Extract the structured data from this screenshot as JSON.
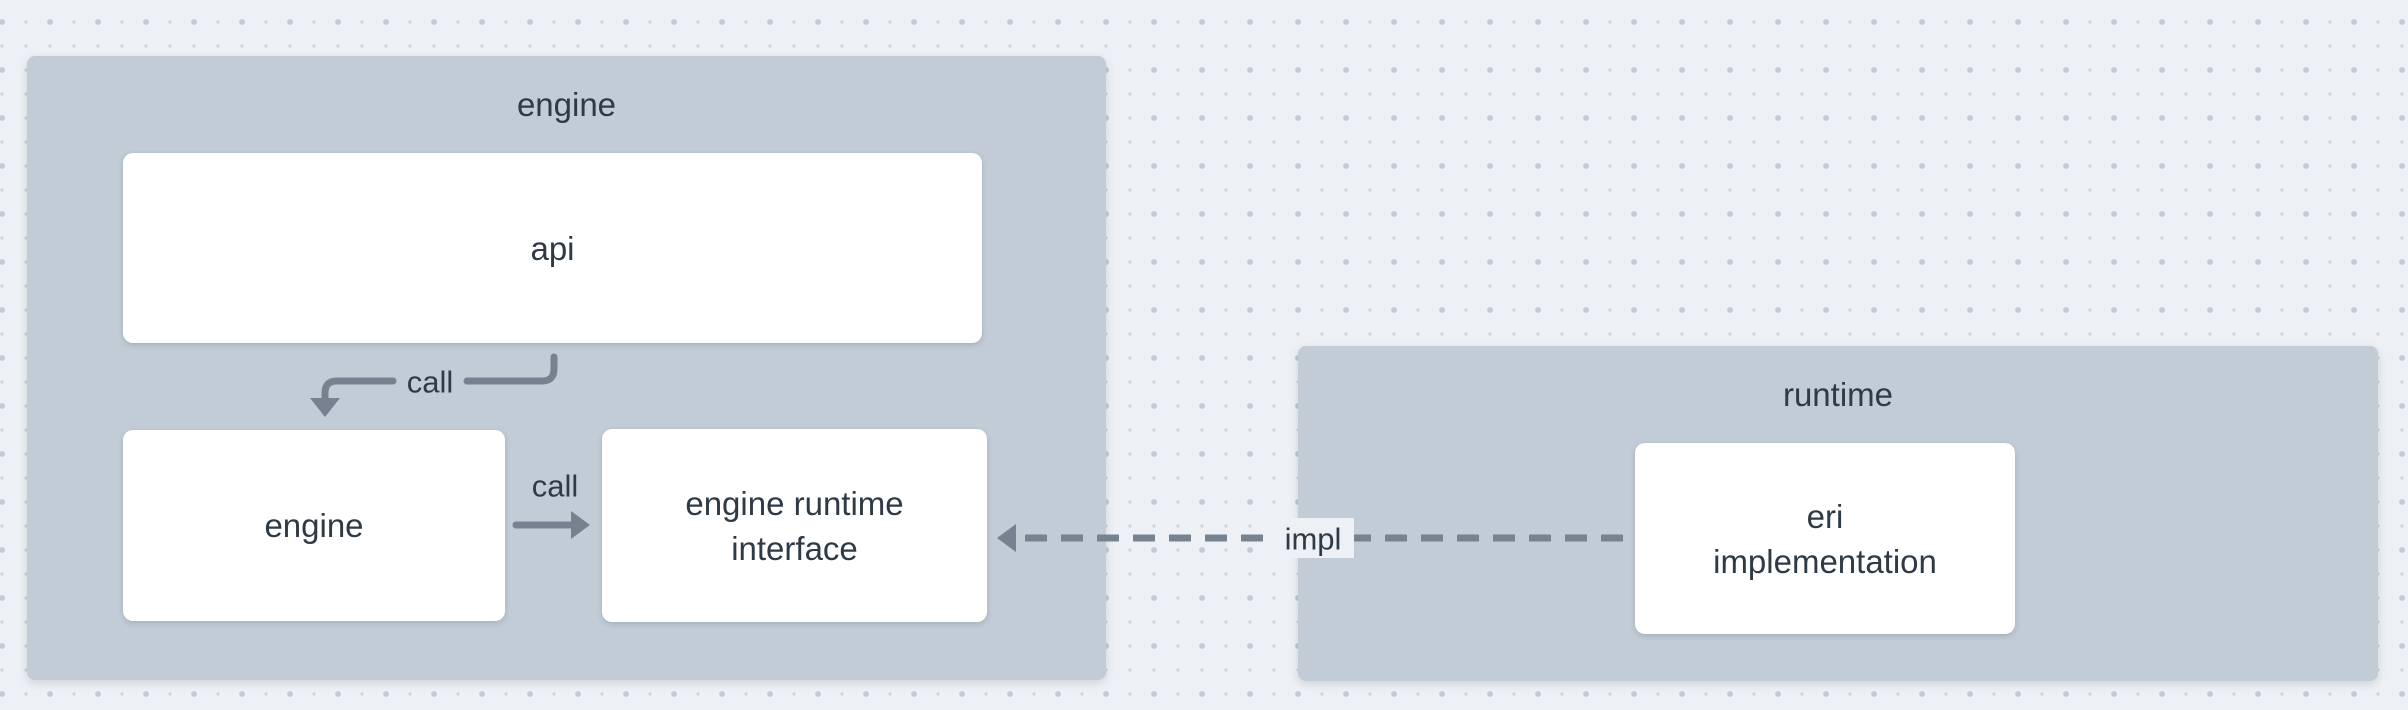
{
  "diagram": {
    "type": "architecture-diagram",
    "containers": {
      "engine": {
        "title": "engine"
      },
      "runtime": {
        "title": "runtime"
      }
    },
    "nodes": {
      "api": {
        "label": "api"
      },
      "engine": {
        "label": "engine"
      },
      "eri_interface": {
        "line1": "engine runtime",
        "line2": "interface"
      },
      "eri_implementation": {
        "line1": "eri",
        "line2": "implementation"
      }
    },
    "edges": {
      "call_api_to_engine": {
        "label": "call",
        "style": "solid",
        "from": "api",
        "to": "engine"
      },
      "call_engine_to_interface": {
        "label": "call",
        "style": "solid",
        "from": "engine",
        "to": "engine runtime interface"
      },
      "impl_to_interface": {
        "label": "impl",
        "style": "dashed",
        "from": "eri implementation",
        "to": "engine runtime interface"
      }
    },
    "colors": {
      "background": "#edf1f5",
      "dot_small": "#cbd4dd",
      "dot_large": "#bfcad7",
      "container_fill": "#c2ccd6",
      "node_fill": "#ffffff",
      "text": "#2e3a46",
      "arrow": "#76828f"
    }
  }
}
